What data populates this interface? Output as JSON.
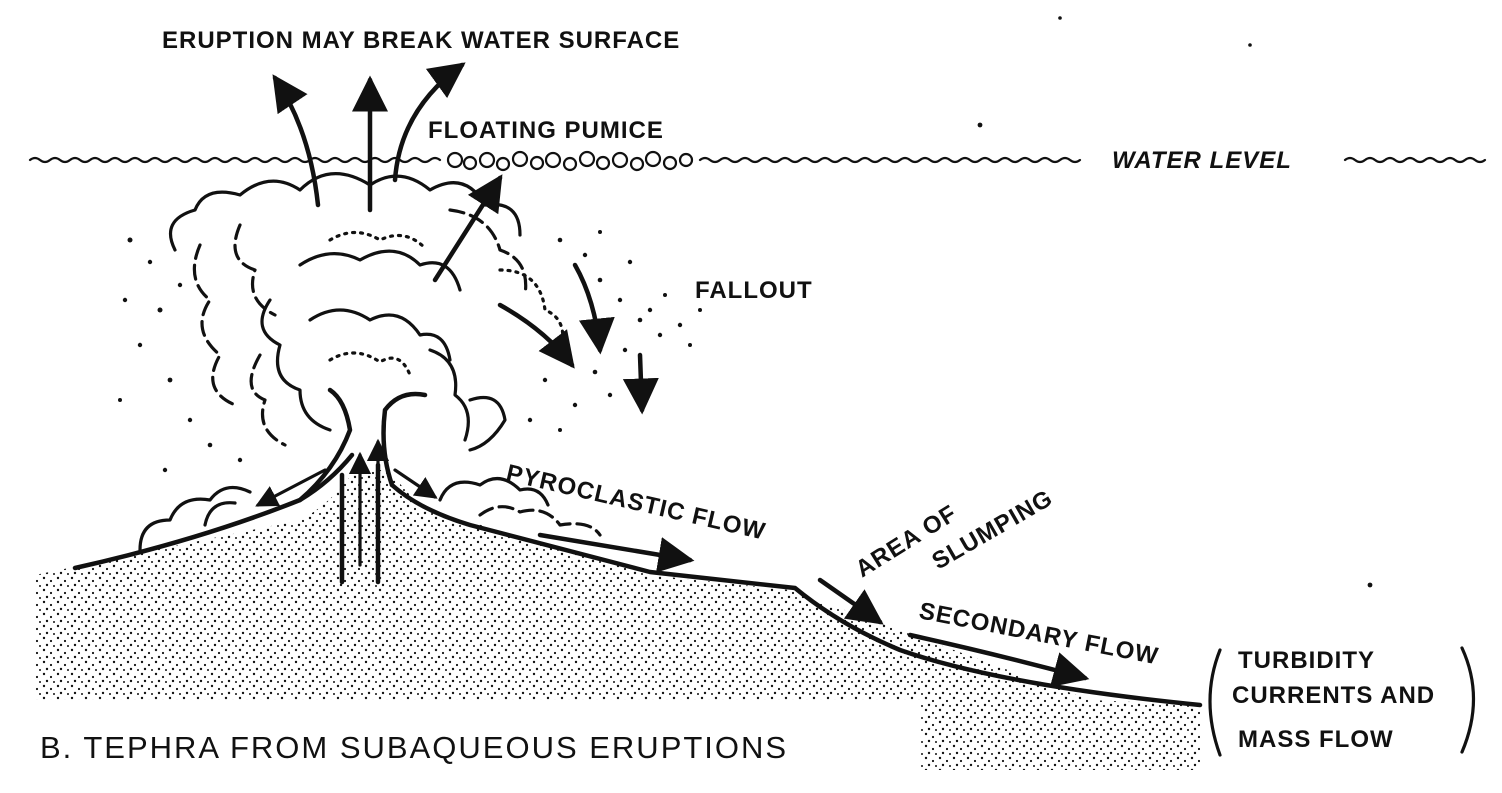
{
  "labels": {
    "eruption": "ERUPTION MAY BREAK WATER SURFACE",
    "floating_pumice": "FLOATING PUMICE",
    "water_level": "WATER LEVEL",
    "fallout": "FALLOUT",
    "pyroclastic_flow": "PYROCLASTIC FLOW",
    "area_of": "AREA OF",
    "slumping": "SLUMPING",
    "secondary_flow": "SECONDARY FLOW",
    "turbidity_line1": "TURBIDITY",
    "turbidity_line2": "CURRENTS AND",
    "turbidity_line3": "MASS FLOW"
  },
  "caption": "B. TEPHRA FROM SUBAQUEOUS ERUPTIONS",
  "colors": {
    "ink": "#111111",
    "paper": "#ffffff"
  }
}
